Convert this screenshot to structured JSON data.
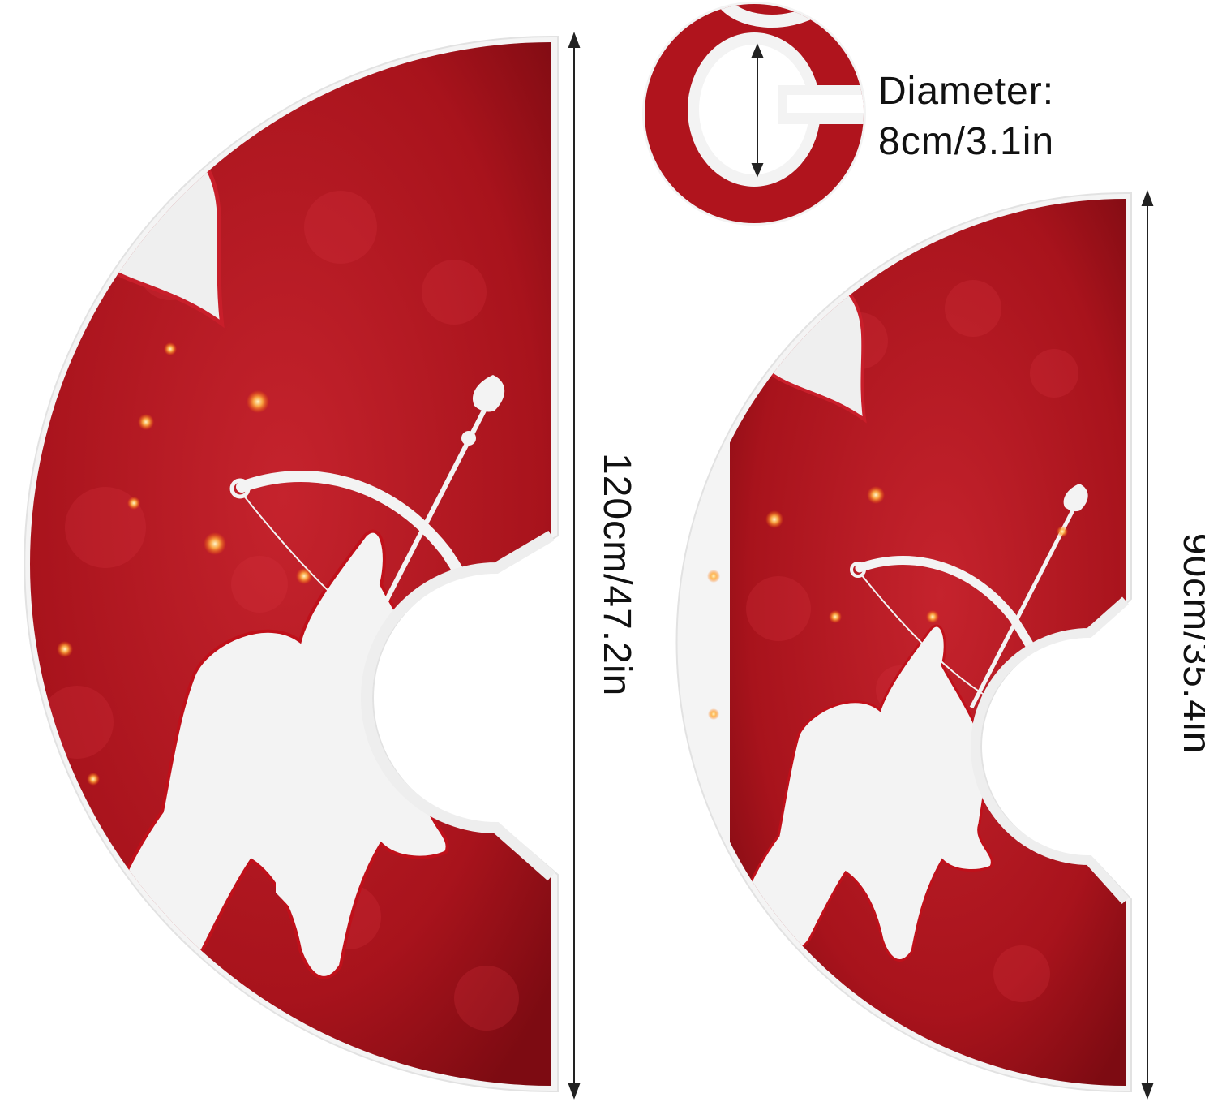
{
  "colors": {
    "background_red": "#b3151f",
    "dark_red": "#7d0b12",
    "white_trim": "#f3f3f3",
    "text": "#111111"
  },
  "large_skirt": {
    "dimension_label": "120cm/47.2in"
  },
  "small_skirt": {
    "dimension_label": "90cm/35.4in"
  },
  "center_hole": {
    "label_line1": "Diameter:",
    "label_line2": "8cm/3.1in"
  },
  "icons": [
    "heart-icon",
    "cupid-silhouette-icon",
    "arrow-icon",
    "bow-icon",
    "sparkle-icon"
  ]
}
